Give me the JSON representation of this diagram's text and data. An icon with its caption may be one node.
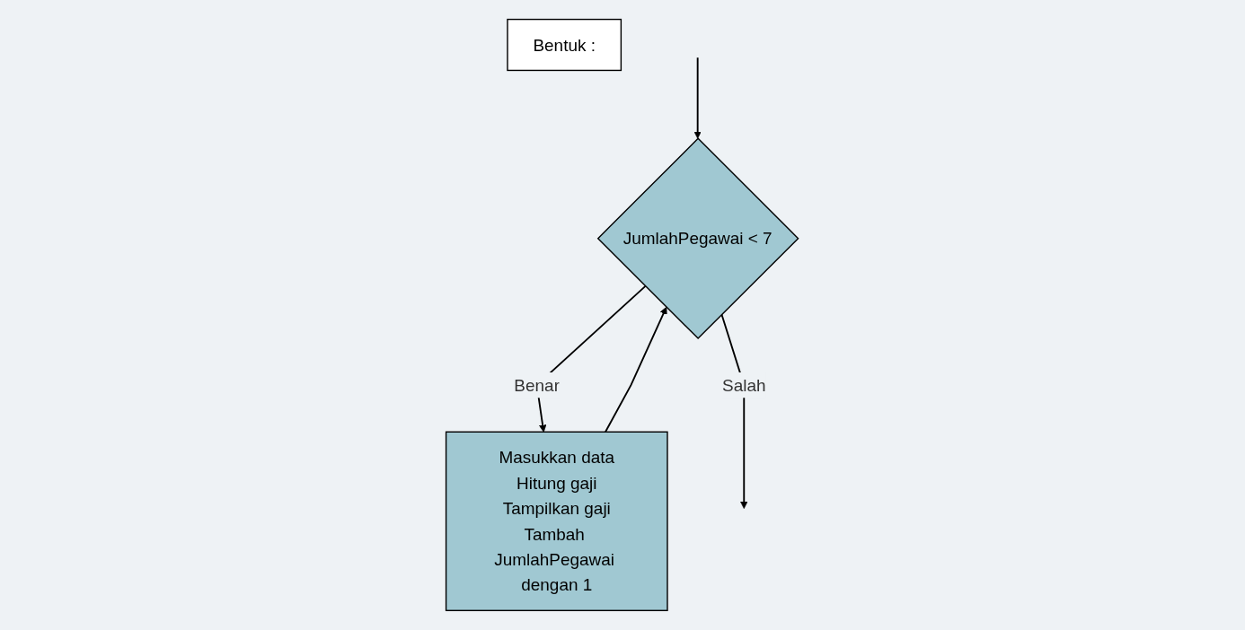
{
  "diagram": {
    "nodes": [
      {
        "text": [
          "JumlahPegawai < 7"
        ]
      },
      {
        "text": [
          "Masukkan data",
          "Hitung gaji",
          "Tampilkan gaji",
          "Tambah JumlahPegawai dengan 1"
        ]
      },
      {
        "text": [
          "Bentuk :"
        ]
      }
    ],
    "edges": [
      {
        "from": null,
        "to": 0,
        "arrow": "to"
      },
      {
        "from": 0,
        "to": 1,
        "label": "Benar",
        "arrow": "to"
      },
      {
        "from": 1,
        "to": 0,
        "arrow": "to"
      },
      {
        "from": 0,
        "to": null,
        "label": "Salah",
        "arrow": "to"
      }
    ]
  }
}
